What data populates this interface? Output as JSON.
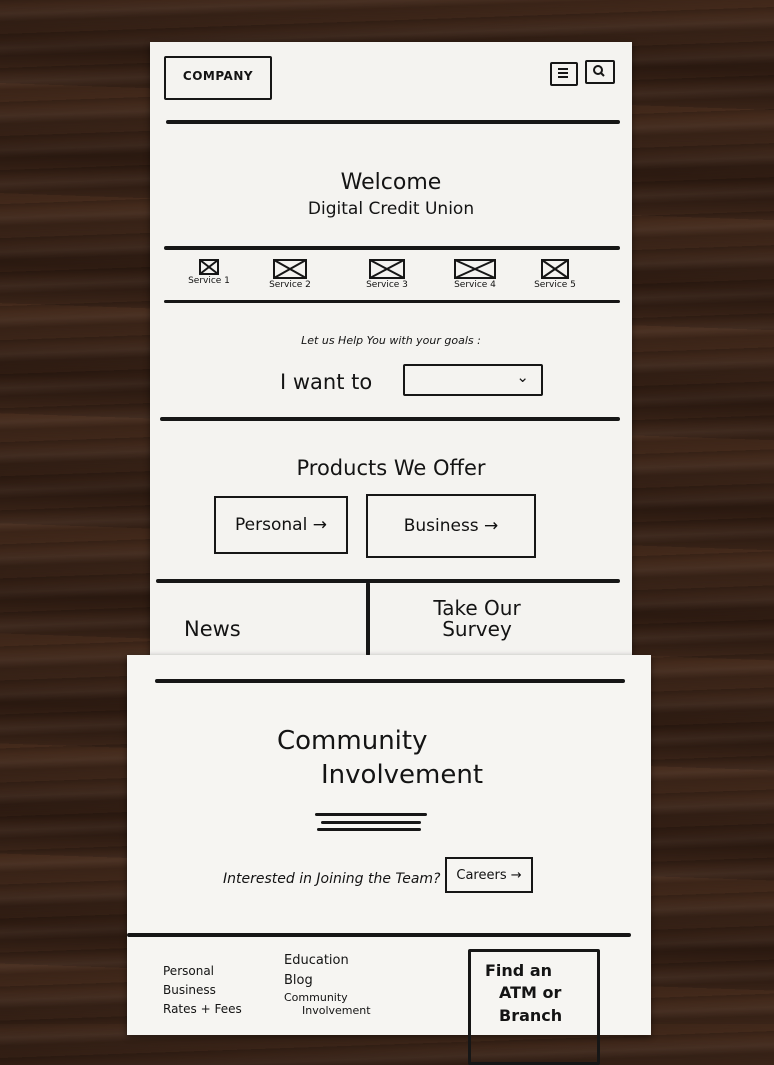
{
  "header": {
    "logo": "COMPANY",
    "menu_icon": "menu-icon",
    "search_icon": "search-icon"
  },
  "hero": {
    "title": "Welcome",
    "subtitle": "Digital Credit Union"
  },
  "services": [
    {
      "label": "Service 1"
    },
    {
      "label": "Service 2"
    },
    {
      "label": "Service 3"
    },
    {
      "label": "Service 4"
    },
    {
      "label": "Service 5"
    }
  ],
  "goals": {
    "prompt": "Let us Help You with your goals :",
    "label": "I want to",
    "select_value": ""
  },
  "products": {
    "heading": "Products We Offer",
    "personal_label": "Personal →",
    "business_label": "Business →"
  },
  "split": {
    "news": "News",
    "survey": "Take Our Survey"
  },
  "community": {
    "line1": "Community",
    "line2": "Involvement"
  },
  "careers": {
    "prompt": "Interested in Joining the Team?",
    "button": "Careers →"
  },
  "footer": {
    "col1": [
      "Personal",
      "Business",
      "Rates + Fees"
    ],
    "col2": [
      "Education",
      "Blog",
      "Community",
      "Involvement"
    ],
    "find": [
      "Find an",
      "ATM or",
      "Branch"
    ]
  }
}
